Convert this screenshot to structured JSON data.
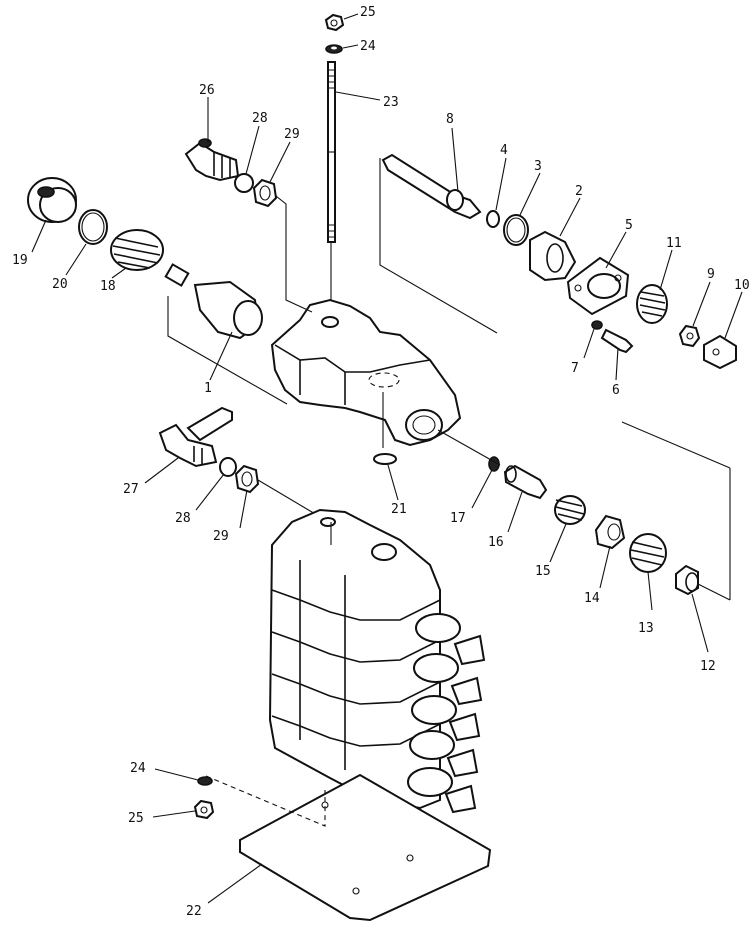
{
  "diagram": {
    "callouts": [
      {
        "id": "c25a",
        "text": "25"
      },
      {
        "id": "c24a",
        "text": "24"
      },
      {
        "id": "c23",
        "text": "23"
      },
      {
        "id": "c26",
        "text": "26"
      },
      {
        "id": "c28a",
        "text": "28"
      },
      {
        "id": "c29a",
        "text": "29"
      },
      {
        "id": "c8",
        "text": "8"
      },
      {
        "id": "c4",
        "text": "4"
      },
      {
        "id": "c3",
        "text": "3"
      },
      {
        "id": "c2",
        "text": "2"
      },
      {
        "id": "c5",
        "text": "5"
      },
      {
        "id": "c11",
        "text": "11"
      },
      {
        "id": "c9",
        "text": "9"
      },
      {
        "id": "c10",
        "text": "10"
      },
      {
        "id": "c19",
        "text": "19"
      },
      {
        "id": "c20",
        "text": "20"
      },
      {
        "id": "c18",
        "text": "18"
      },
      {
        "id": "c1",
        "text": "1"
      },
      {
        "id": "c7",
        "text": "7"
      },
      {
        "id": "c6",
        "text": "6"
      },
      {
        "id": "c27",
        "text": "27"
      },
      {
        "id": "c28b",
        "text": "28"
      },
      {
        "id": "c29b",
        "text": "29"
      },
      {
        "id": "c21",
        "text": "21"
      },
      {
        "id": "c17",
        "text": "17"
      },
      {
        "id": "c16",
        "text": "16"
      },
      {
        "id": "c15",
        "text": "15"
      },
      {
        "id": "c14",
        "text": "14"
      },
      {
        "id": "c13",
        "text": "13"
      },
      {
        "id": "c12",
        "text": "12"
      },
      {
        "id": "c24b",
        "text": "24"
      },
      {
        "id": "c25b",
        "text": "25"
      },
      {
        "id": "c22",
        "text": "22"
      }
    ]
  }
}
